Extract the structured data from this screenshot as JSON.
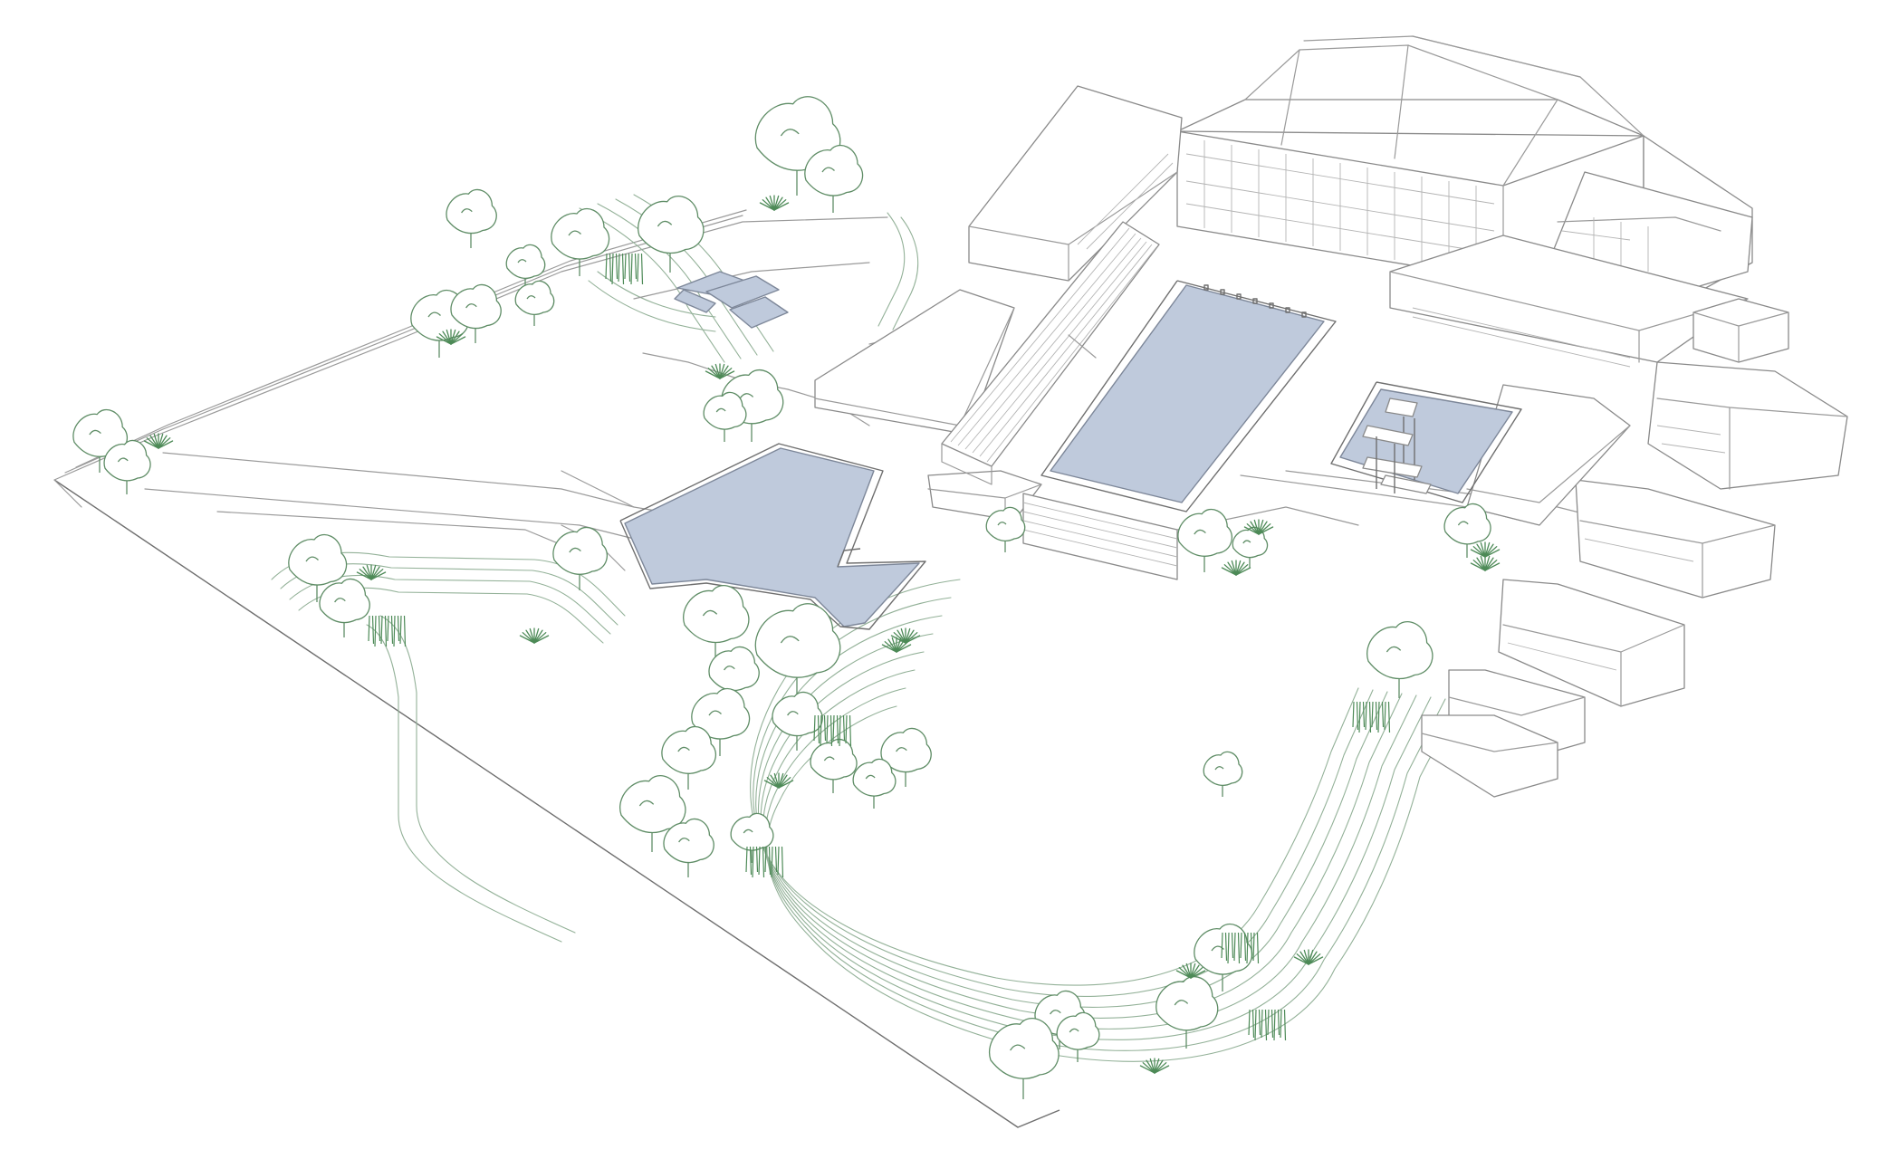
{
  "colors": {
    "background": "#ffffff",
    "building_line": "#8a8a8a",
    "water_fill": "#bfcadc",
    "water_edge": "#7d8799",
    "vegetation_line": "#5f8d66",
    "terrace_line": "#93b198"
  },
  "pools": [
    {
      "id": "main-lap-pool"
    },
    {
      "id": "diving-pool"
    },
    {
      "id": "free-form-leisure-pool"
    },
    {
      "id": "small-childrens-pools"
    }
  ],
  "components": [
    "main-building-block",
    "grandstand-seating",
    "diving-platform-tower",
    "terraced-landscape",
    "trees",
    "grass-clumps",
    "reed-patches"
  ]
}
